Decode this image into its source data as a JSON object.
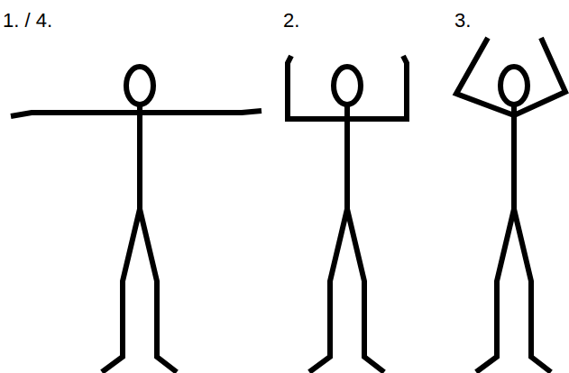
{
  "diagram": {
    "labels": [
      "1. / 4.",
      "2.",
      "3."
    ]
  }
}
